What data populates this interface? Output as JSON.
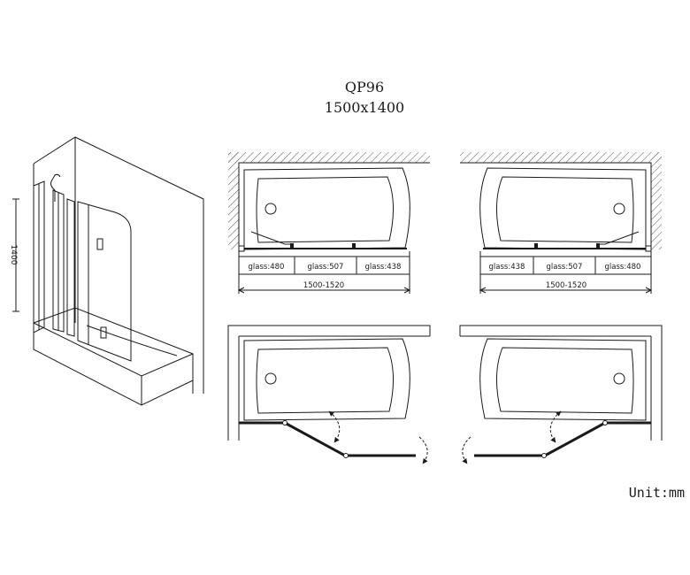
{
  "header": {
    "model": "QP96",
    "size": "1500x1400"
  },
  "iso_view": {
    "height_label": "1400"
  },
  "left_plan": {
    "glass_labels": [
      "glass:480",
      "glass:507",
      "glass:438"
    ],
    "total_label": "1500-1520"
  },
  "right_plan": {
    "glass_labels": [
      "glass:438",
      "glass:507",
      "glass:480"
    ],
    "total_label": "1500-1520"
  },
  "footer": {
    "unit": "Unit:mm"
  },
  "colors": {
    "line": "#1a1a1a",
    "hatch": "#555555",
    "tub_fill": "#ffffff",
    "background": "#ffffff"
  }
}
